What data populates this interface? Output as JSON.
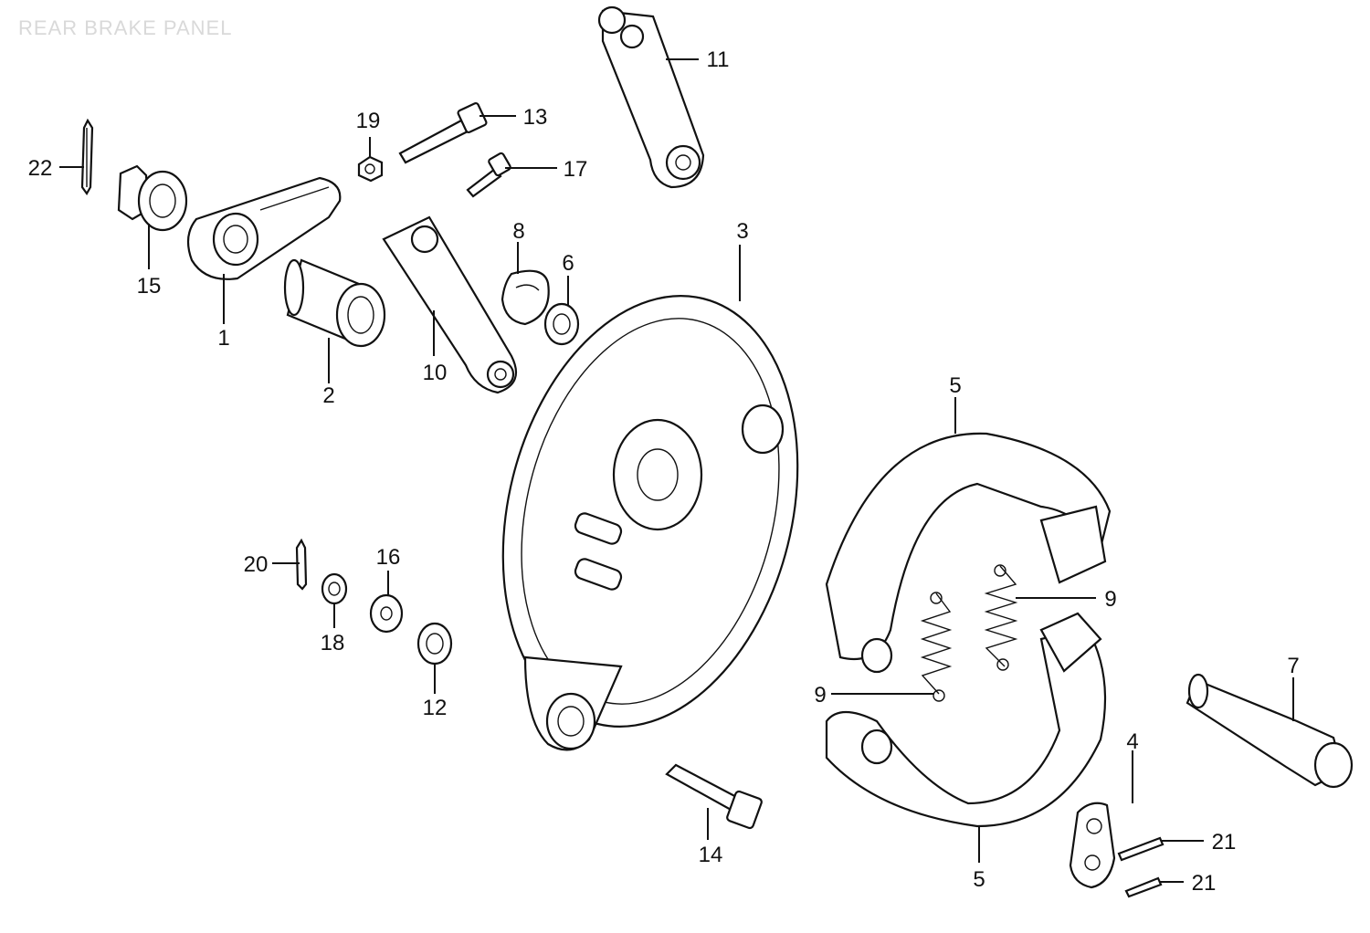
{
  "diagram": {
    "title": "REAR BRAKE PANEL",
    "callouts": [
      {
        "id": "c1",
        "label": "1"
      },
      {
        "id": "c2",
        "label": "2"
      },
      {
        "id": "c3",
        "label": "3"
      },
      {
        "id": "c4",
        "label": "4"
      },
      {
        "id": "c5a",
        "label": "5"
      },
      {
        "id": "c5b",
        "label": "5"
      },
      {
        "id": "c6",
        "label": "6"
      },
      {
        "id": "c7",
        "label": "7"
      },
      {
        "id": "c8",
        "label": "8"
      },
      {
        "id": "c9a",
        "label": "9"
      },
      {
        "id": "c9b",
        "label": "9"
      },
      {
        "id": "c10",
        "label": "10"
      },
      {
        "id": "c11",
        "label": "11"
      },
      {
        "id": "c12",
        "label": "12"
      },
      {
        "id": "c13",
        "label": "13"
      },
      {
        "id": "c14",
        "label": "14"
      },
      {
        "id": "c15",
        "label": "15"
      },
      {
        "id": "c16",
        "label": "16"
      },
      {
        "id": "c17",
        "label": "17"
      },
      {
        "id": "c18",
        "label": "18"
      },
      {
        "id": "c19",
        "label": "19"
      },
      {
        "id": "c20",
        "label": "20"
      },
      {
        "id": "c21a",
        "label": "21"
      },
      {
        "id": "c21b",
        "label": "21"
      },
      {
        "id": "c22",
        "label": "22"
      }
    ]
  }
}
